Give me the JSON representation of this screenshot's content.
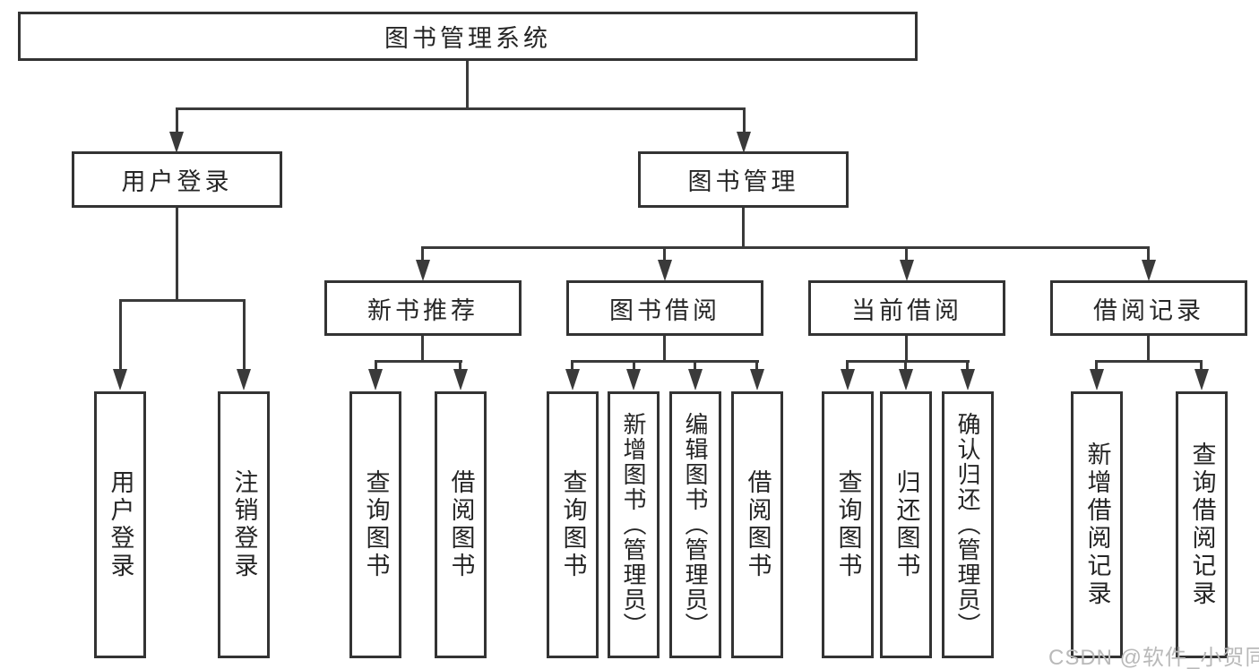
{
  "diagram": {
    "type": "hierarchy-tree",
    "title": "图书管理系统",
    "watermark": "CSDN @软件_小贺同学",
    "colors": {
      "line": "#3a3a3a",
      "box_border": "#333333",
      "text": "#252525",
      "watermark": "#b9b9b9",
      "background": "#ffffff"
    }
  },
  "nodes": {
    "root": {
      "label": "图书管理系统",
      "children": [
        "用户登录",
        "图书管理"
      ]
    },
    "user_login": {
      "label": "用户登录",
      "children": [
        "用户登录",
        "注销登录"
      ]
    },
    "book_mgmt": {
      "label": "图书管理",
      "children": [
        "新书推荐",
        "图书借阅",
        "当前借阅",
        "借阅记录"
      ]
    },
    "new_book_rec": {
      "label": "新书推荐",
      "children": [
        "查询图书",
        "借阅图书"
      ]
    },
    "book_borrow": {
      "label": "图书借阅",
      "children": [
        "查询图书",
        "新增图书（管理员）",
        "编辑图书（管理员）",
        "借阅图书"
      ]
    },
    "current_borrow": {
      "label": "当前借阅",
      "children": [
        "查询图书",
        "归还图书",
        "确认归还（管理员）"
      ]
    },
    "borrow_records": {
      "label": "借阅记录",
      "children": [
        "新增借阅记录",
        "查询借阅记录"
      ]
    },
    "l_user_login": {
      "label": "用户登录"
    },
    "l_logout": {
      "label": "注销登录"
    },
    "l_query_book_a": {
      "label": "查询图书"
    },
    "l_borrow_book_a": {
      "label": "借阅图书"
    },
    "l_query_book_b": {
      "label": "查询图书"
    },
    "l_add_book": {
      "label": "新增图书（管理员）"
    },
    "l_edit_book": {
      "label": "编辑图书（管理员）"
    },
    "l_borrow_book_b": {
      "label": "借阅图书"
    },
    "l_query_book_c": {
      "label": "查询图书"
    },
    "l_return_book": {
      "label": "归还图书"
    },
    "l_confirm_return": {
      "label": "确认归还（管理员）"
    },
    "l_add_record": {
      "label": "新增借阅记录"
    },
    "l_query_record": {
      "label": "查询借阅记录"
    }
  }
}
